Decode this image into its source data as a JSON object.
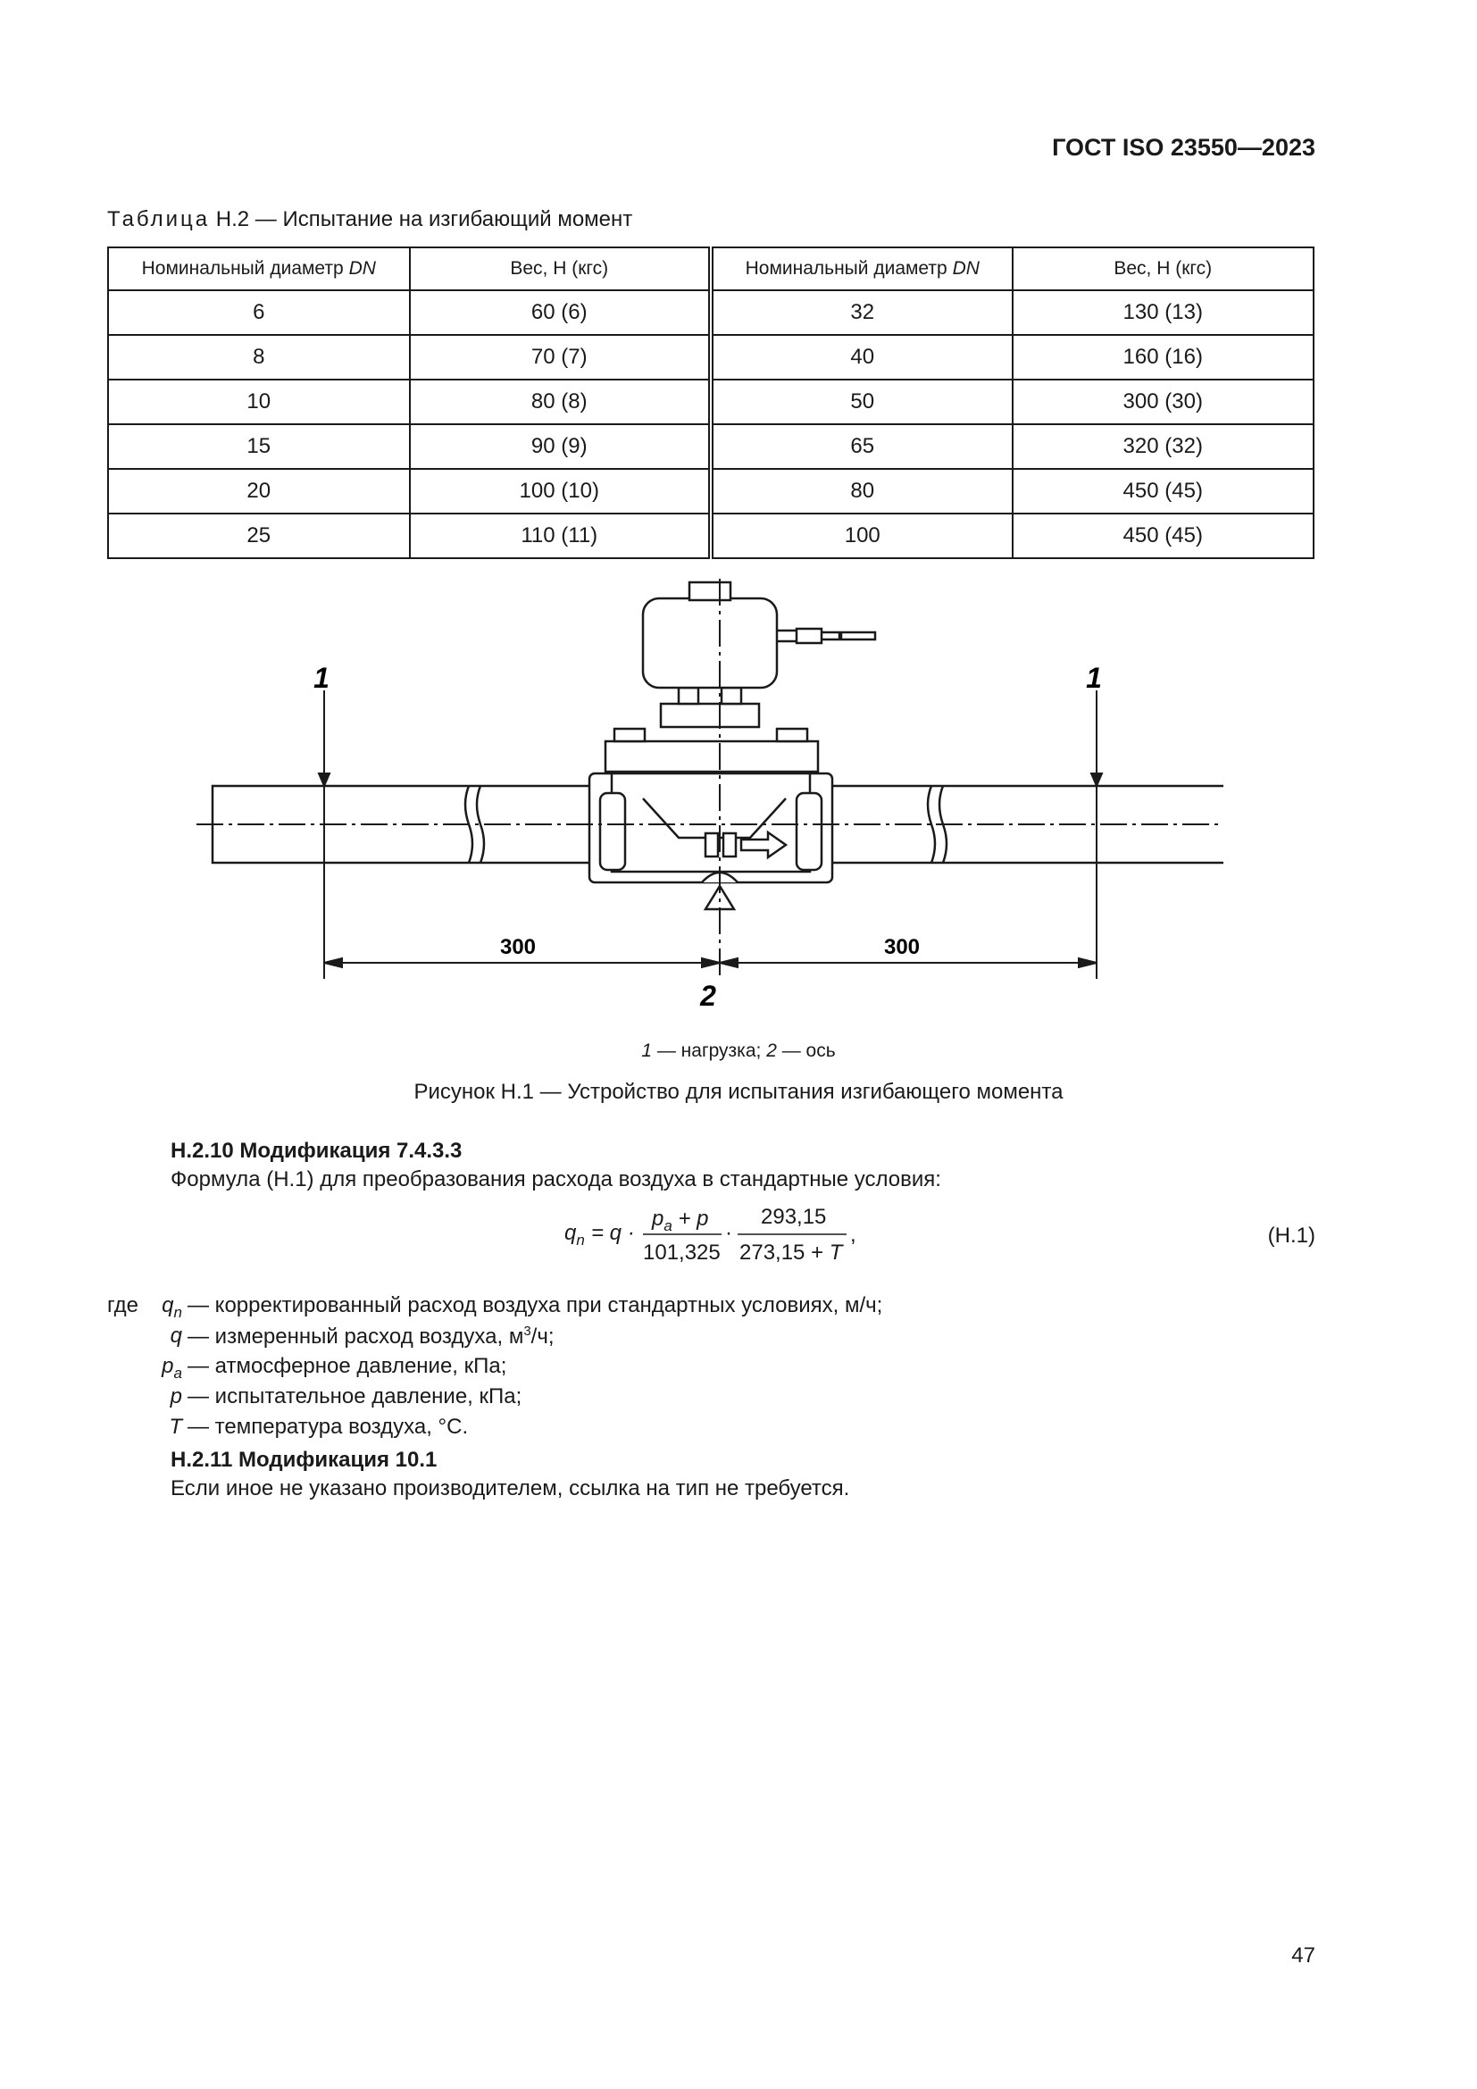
{
  "header": {
    "doc_code": "ГОСТ ISO 23550—2023"
  },
  "table": {
    "caption_word": "Таблица",
    "caption_rest": "Н.2 — Испытание на изгибающий момент",
    "col_dn": "Номинальный диаметр ",
    "col_dn_italic": "DN",
    "col_weight": "Вес, Н (кгс)",
    "rows": [
      [
        "6",
        "60 (6)",
        "32",
        "130 (13)"
      ],
      [
        "8",
        "70 (7)",
        "40",
        "160 (16)"
      ],
      [
        "10",
        "80 (8)",
        "50",
        "300 (30)"
      ],
      [
        "15",
        "90 (9)",
        "65",
        "320 (32)"
      ],
      [
        "20",
        "100 (10)",
        "80",
        "450 (45)"
      ],
      [
        "25",
        "110 (11)",
        "100",
        "450 (45)"
      ]
    ]
  },
  "figure": {
    "label_load": "1",
    "label_axis": "2",
    "dim_left": "300",
    "dim_right": "300",
    "key_1": "1",
    "key_1_text": " — нагрузка; ",
    "key_2": "2",
    "key_2_text": " — ось",
    "caption": "Рисунок Н.1 — Устройство для испытания изгибающего момента"
  },
  "section_h2_10": {
    "title": "Н.2.10 Модификация 7.4.3.3",
    "text": "Формула (Н.1) для преобразования расхода воздуха в стандартные условия:"
  },
  "formula": {
    "lhs": "q",
    "lhs_sub": "n",
    "eq_q": "= q ·",
    "num1_a": "p",
    "num1_a_sub": "a",
    "num1_rest": " + p",
    "den1": "101,325",
    "dot": "·",
    "num2": "293,15",
    "den2_a": "273,15 + ",
    "den2_b": "T",
    "comma": ",",
    "number": "(Н.1)"
  },
  "where": {
    "prefix": "где",
    "items": [
      {
        "sym": "q",
        "sub": "n",
        "text": "— корректированный расход воздуха при стандартных условиях, м/ч;"
      },
      {
        "sym": "q",
        "sub": "",
        "text": "— измеренный расход воздуха, м",
        "sup": "3",
        "tail": "/ч;"
      },
      {
        "sym": "p",
        "sub": "a",
        "text": "— атмосферное давление, кПа;"
      },
      {
        "sym": "p",
        "sub": "",
        "text": "— испытательное давление, кПа;"
      },
      {
        "sym": "T",
        "sub": "",
        "text": "— температура воздуха, °C."
      }
    ]
  },
  "section_h2_11": {
    "title": "Н.2.11 Модификация 10.1",
    "text": "Если иное не указано производителем, ссылка на тип не требуется."
  },
  "page_number": "47"
}
